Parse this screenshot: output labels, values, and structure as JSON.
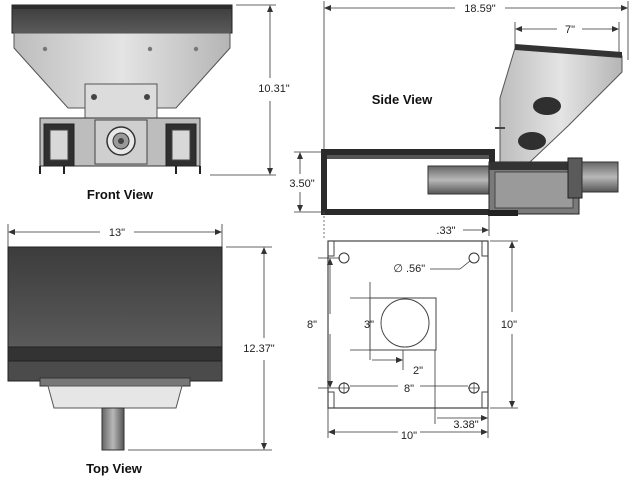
{
  "captions": {
    "front": "Front View",
    "side": "Side View",
    "top": "Top View"
  },
  "dimensions": {
    "overall_length": "18.59\"",
    "hopper_top": "7\"",
    "front_height": "10.31\"",
    "side_height": "3.50\"",
    "offset": ".33\"",
    "top_width": "13\"",
    "top_depth": "12.37\"",
    "hole_dia": ".56\"",
    "hole_dia_symbol": "∅",
    "opening": "3\"",
    "bolt_vertical": "8\"",
    "plate_height": "10\"",
    "opening_offset": "2\"",
    "bolt_horizontal": "8\"",
    "plate_width": "10\"",
    "edge_offset": "3.38\""
  },
  "colors": {
    "dark_body": "#4a4a4a",
    "steel": "#c9c9c9",
    "outline": "#222222"
  }
}
